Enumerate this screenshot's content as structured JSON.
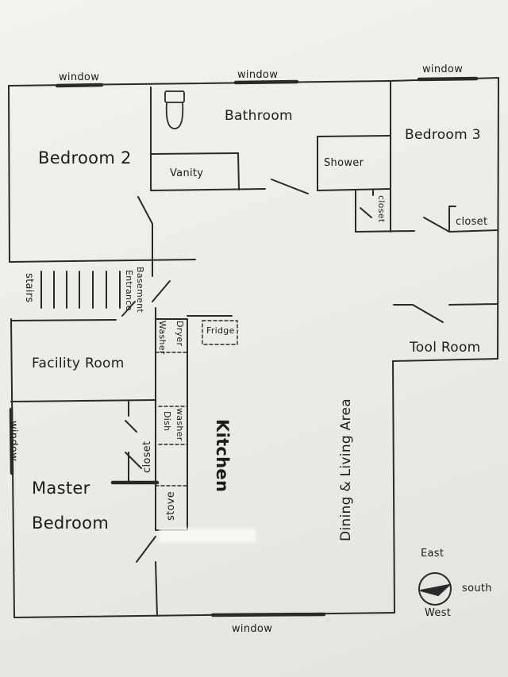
{
  "rooms": {
    "bedroom2": "Bedroom 2",
    "bathroom": "Bathroom",
    "bedroom3": "Bedroom 3",
    "facility": "Facility Room",
    "master_line1": "Master",
    "master_line2": "Bedroom",
    "kitchen": "Kitchen",
    "dining": "Dining & Living Area",
    "tool": "Tool Room"
  },
  "fixtures": {
    "vanity": "Vanity",
    "shower": "Shower",
    "closet": "closet",
    "closet_bed3": "closet",
    "closet_master": "closet",
    "fridge": "Fridge",
    "washer": "Washer",
    "dryer": "Dryer",
    "dish": "Dish",
    "washer2": "washer",
    "stove": "stove",
    "stairs": "stairs",
    "basement_line1": "Basement",
    "basement_line2": "Entrance"
  },
  "windows": {
    "top_left": "window",
    "top_mid": "window",
    "top_right": "window",
    "left": "window",
    "bottom": "window"
  },
  "compass": {
    "east": "East",
    "south": "south",
    "west": "West"
  }
}
